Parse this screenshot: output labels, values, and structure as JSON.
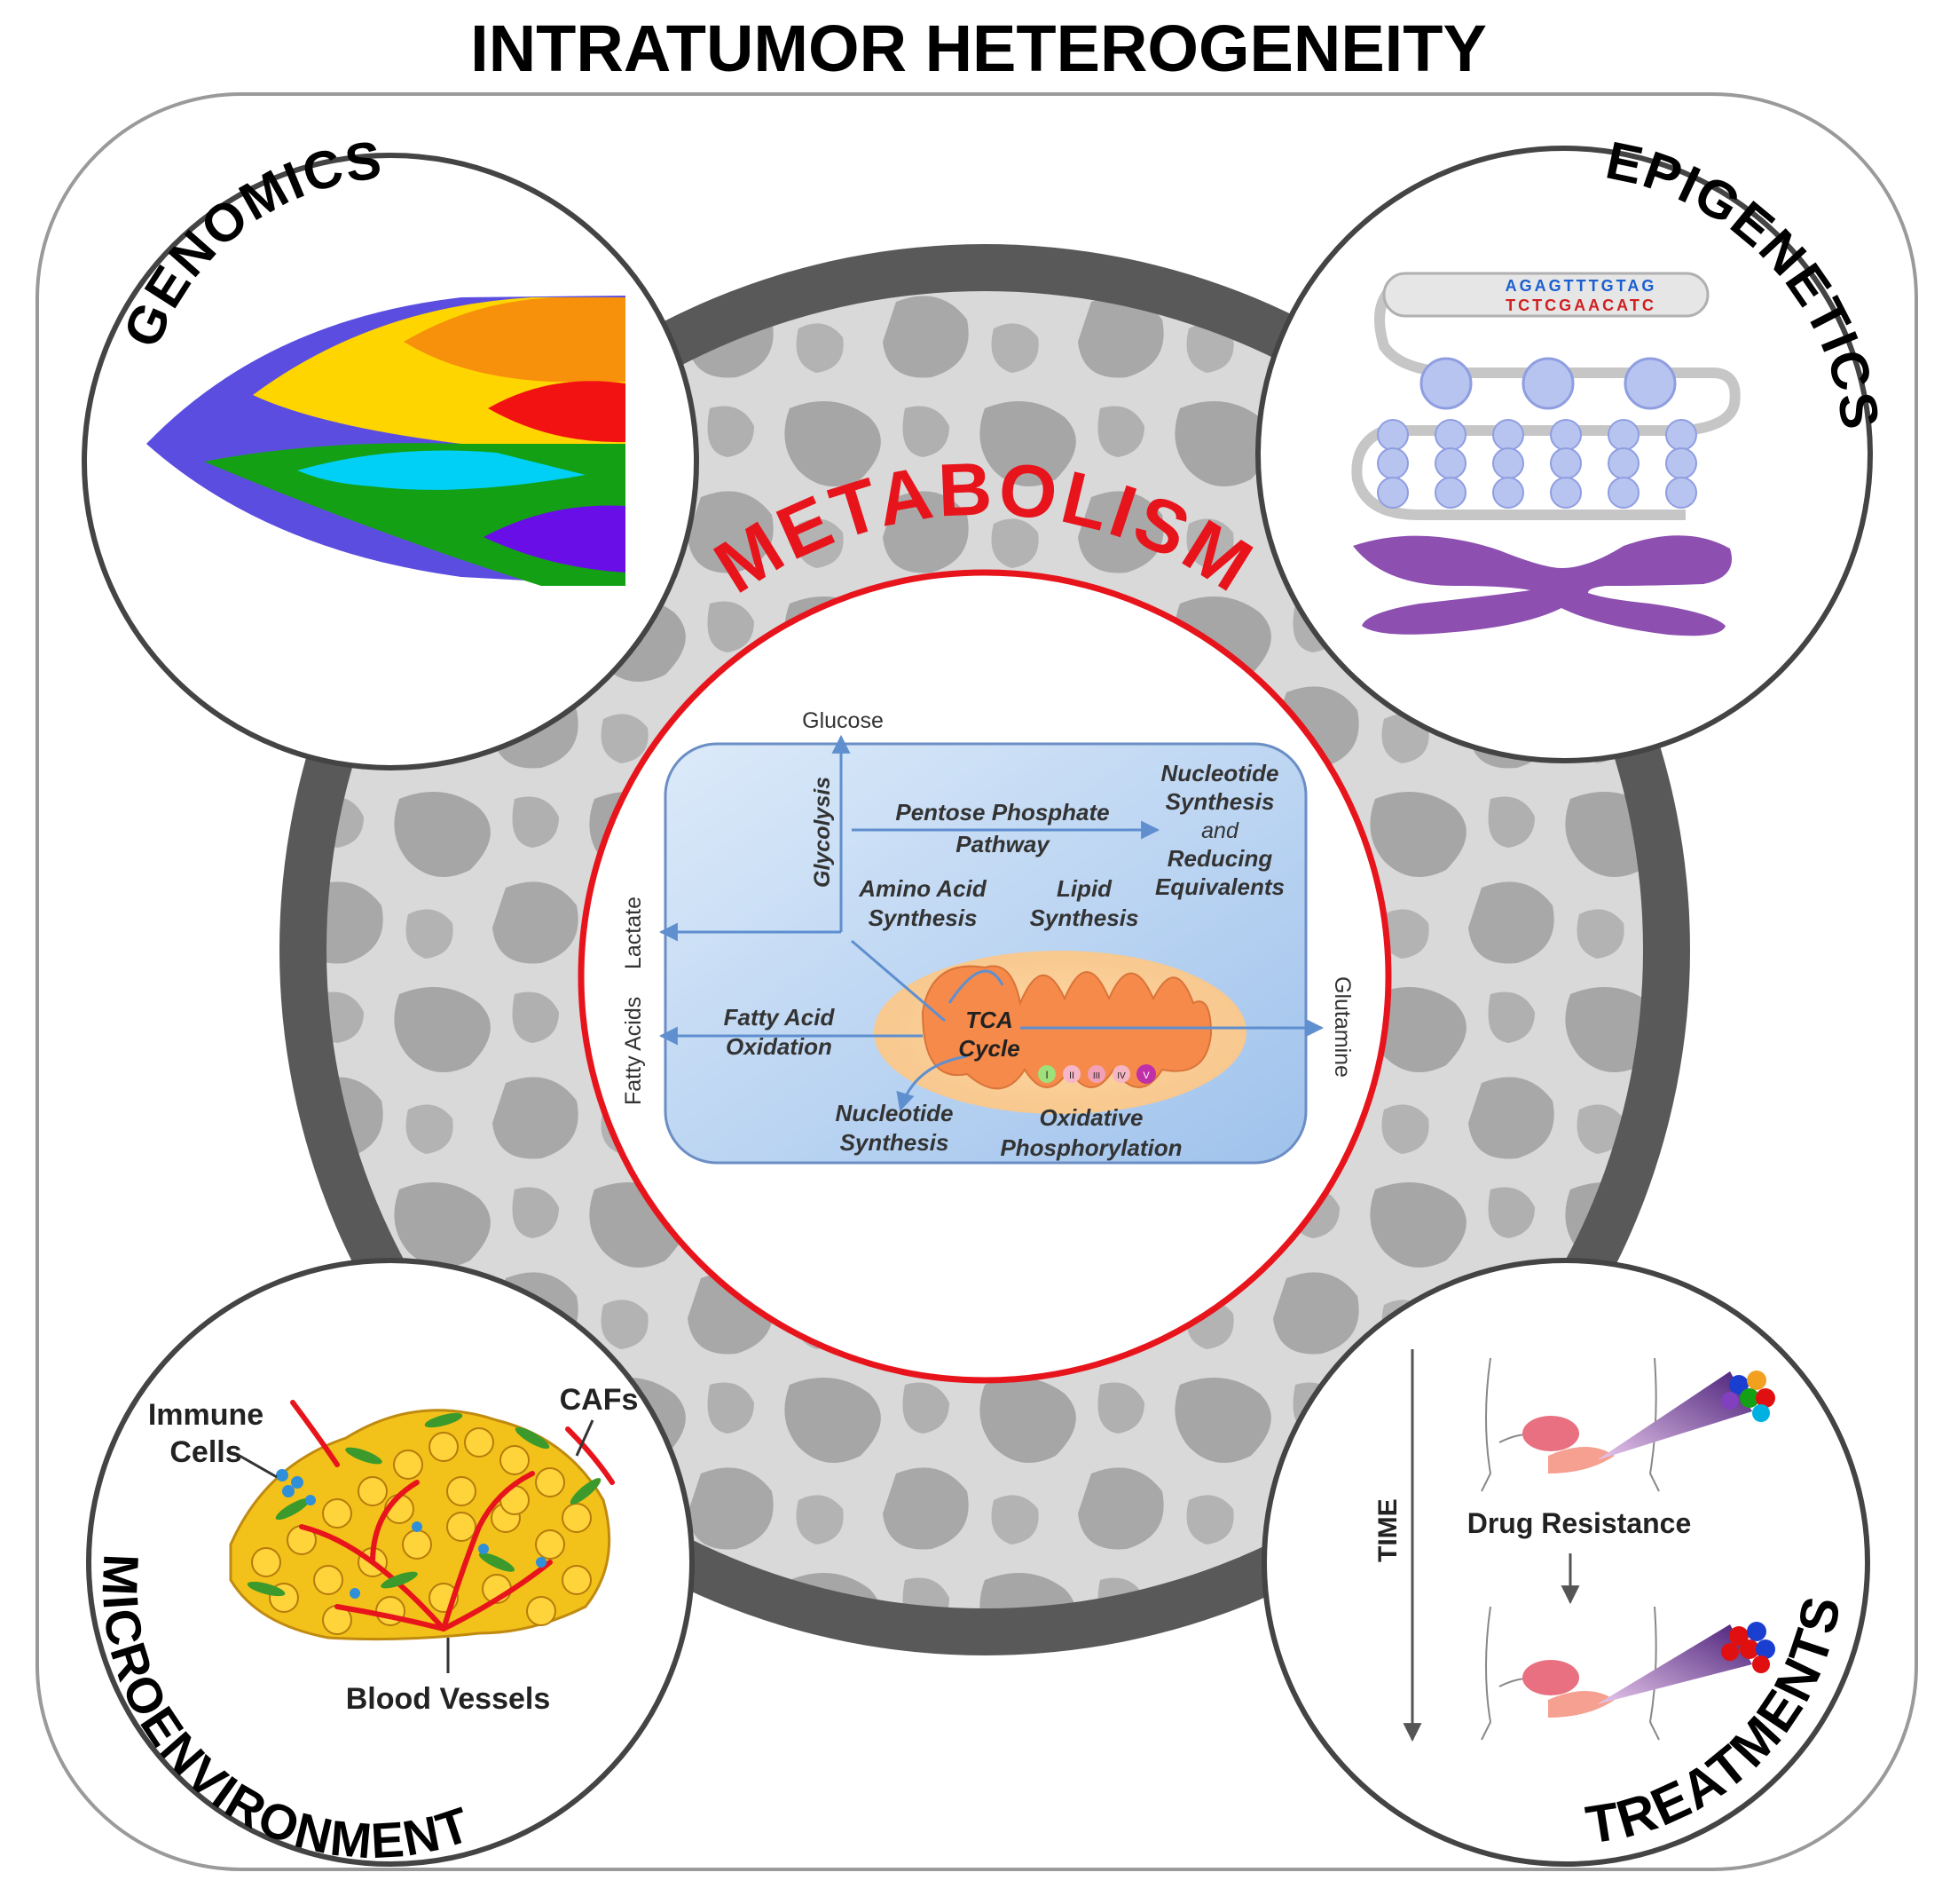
{
  "title": "INTRATUMOR HETEROGENEITY",
  "center": {
    "label": "METABOLISM",
    "pathways": {
      "glucose": "Glucose",
      "glycolysis": "Glycolysis",
      "pentose_line1": "Pentose Phosphate",
      "pentose_line2": "Pathway",
      "nucleotide_top_line1": "Nucleotide",
      "nucleotide_top_line2": "Synthesis",
      "nucleotide_top_line3": "and",
      "nucleotide_top_line4": "Reducing",
      "nucleotide_top_line5": "Equivalents",
      "amino_line1": "Amino Acid",
      "amino_line2": "Synthesis",
      "lipid_line1": "Lipid",
      "lipid_line2": "Synthesis",
      "lactate": "Lactate",
      "fatty_acids": "Fatty Acids",
      "fao_line1": "Fatty Acid",
      "fao_line2": "Oxidation",
      "tca_line1": "TCA",
      "tca_line2": "Cycle",
      "glutamine": "Glutamine",
      "nucleotide_bottom_line1": "Nucleotide",
      "nucleotide_bottom_line2": "Synthesis",
      "oxphos_line1": "Oxidative",
      "oxphos_line2": "Phosphorylation",
      "complexes": [
        "I",
        "II",
        "III",
        "IV",
        "V"
      ]
    }
  },
  "genomics": {
    "label": "GENOMICS"
  },
  "epigenetics": {
    "label": "EPIGENETICS",
    "dna_top": "AGAGTTTGTAG",
    "dna_bottom": "TCTCGAACATC"
  },
  "microenvironment": {
    "label": "MICROENVIRONMENT",
    "immune_line1": "Immune",
    "immune_line2": "Cells",
    "cafs": "CAFs",
    "vessels": "Blood Vessels"
  },
  "treatments": {
    "label": "TREATMENTS",
    "time": "TIME",
    "drug_resistance": "Drug Resistance"
  },
  "colors": {
    "metabolism_red": "#e8141c",
    "ring_gray": "#595959",
    "clone_blue": "#5b4de0",
    "clone_yellow": "#ffd500",
    "clone_orange": "#f7900a",
    "clone_red": "#f21212",
    "clone_green": "#14a014",
    "clone_cyan": "#00d0f5",
    "clone_violet": "#6a0ee8",
    "chromosome_purple": "#8d4fb0"
  }
}
